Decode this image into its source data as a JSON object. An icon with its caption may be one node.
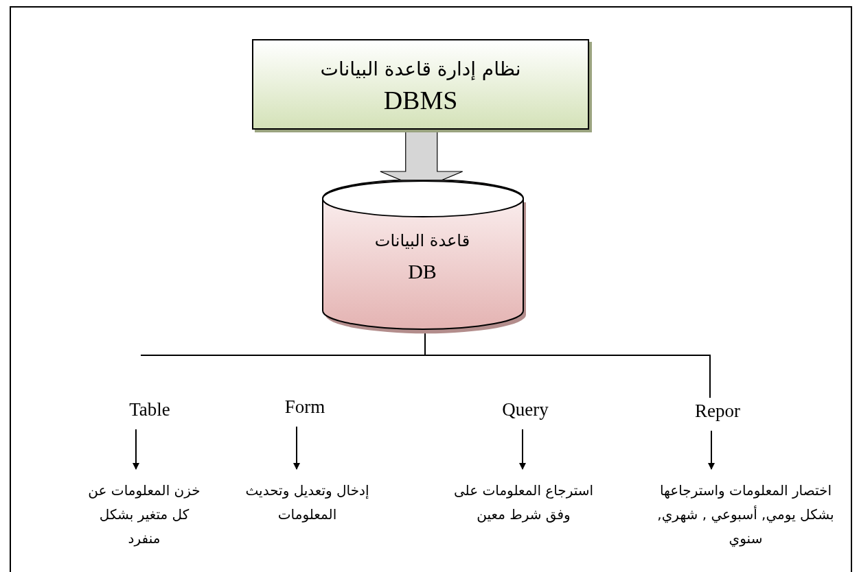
{
  "diagram": {
    "nodes": [
      {
        "text": [
          "نظام إدارة قاعدة البيانات",
          "DBMS"
        ]
      },
      {
        "text": [
          "قاعدة البيانات",
          "DB"
        ]
      },
      {
        "text": [
          "Table"
        ]
      },
      {
        "text": [
          "Form"
        ]
      },
      {
        "text": [
          "Query"
        ]
      },
      {
        "text": [
          "Repor"
        ]
      },
      {
        "text": [
          "خزن المعلومات عن كل متغير بشكل منفرد"
        ]
      },
      {
        "text": [
          "إدخال وتعديل وتحديث المعلومات"
        ]
      },
      {
        "text": [
          "استرجاع المعلومات على وفق شرط معين"
        ]
      },
      {
        "text": [
          "اختصار المعلومات واسترجاعها بشكل يومي, أسبوعي , شهري, سنوي"
        ]
      }
    ],
    "edges": [
      {
        "from": 0,
        "to": 1,
        "arrow": "to",
        "style": "thick"
      },
      {
        "from": 1,
        "to": 5,
        "arrow": "none"
      },
      {
        "from": 2,
        "to": 6,
        "arrow": "to"
      },
      {
        "from": 3,
        "to": 7,
        "arrow": "to"
      },
      {
        "from": 4,
        "to": 8,
        "arrow": "to"
      },
      {
        "from": 5,
        "to": 9,
        "arrow": "to"
      }
    ]
  }
}
